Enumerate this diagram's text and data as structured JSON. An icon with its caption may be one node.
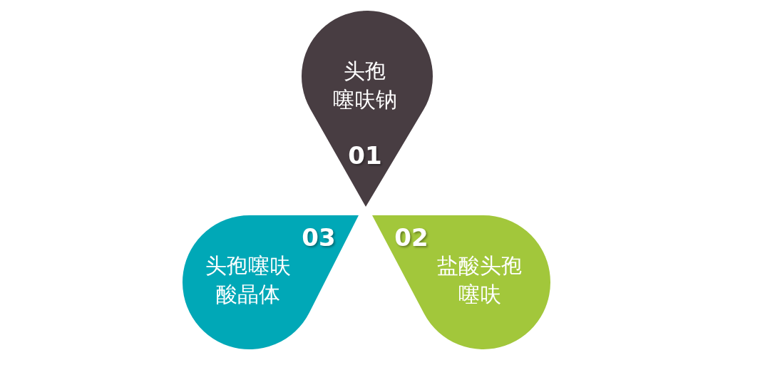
{
  "diagram": {
    "nodes": [
      {
        "text": [
          "头孢噻呋钠",
          "01"
        ]
      },
      {
        "text": [
          "02",
          "盐酸头孢噻呋"
        ]
      },
      {
        "text": [
          "03",
          "头孢噻呋酸晶体"
        ]
      }
    ]
  }
}
